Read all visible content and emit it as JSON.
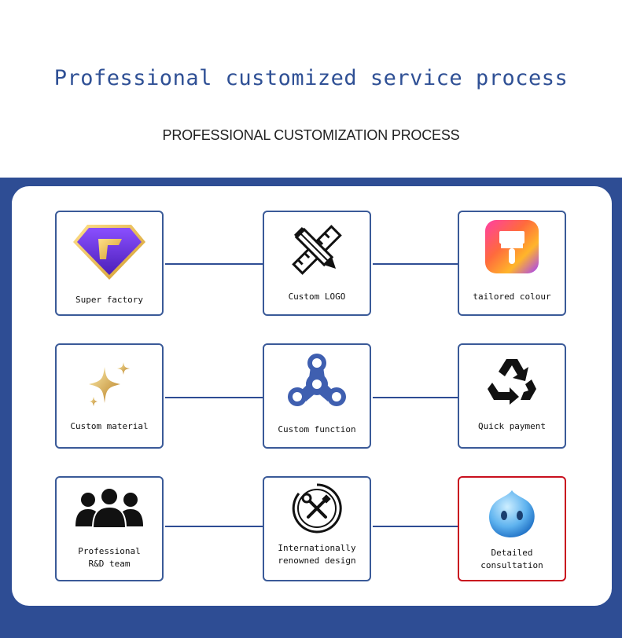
{
  "header": {
    "title": "Professional customized service process",
    "subtitle": "PROFESSIONAL CUSTOMIZATION PROCESS"
  },
  "colors": {
    "accent": "#2e4d94",
    "title": "#2f5095",
    "highlight": "#c9101e"
  },
  "cards": [
    {
      "label": "Super factory",
      "icon": "superman-diamond-icon"
    },
    {
      "label": "Custom LOGO",
      "icon": "pencil-ruler-icon"
    },
    {
      "label": "tailored colour",
      "icon": "paint-brush-icon"
    },
    {
      "label": "Custom material",
      "icon": "sparkle-icon"
    },
    {
      "label": "Custom function",
      "icon": "fidget-spinner-icon"
    },
    {
      "label": "Quick payment",
      "icon": "recycle-icon"
    },
    {
      "label": "Professional\nR&D team",
      "icon": "team-icon"
    },
    {
      "label": "Internationally\nrenowned design",
      "icon": "tools-icon"
    },
    {
      "label": "Detailed\nconsultation",
      "icon": "chat-bubble-icon"
    }
  ]
}
